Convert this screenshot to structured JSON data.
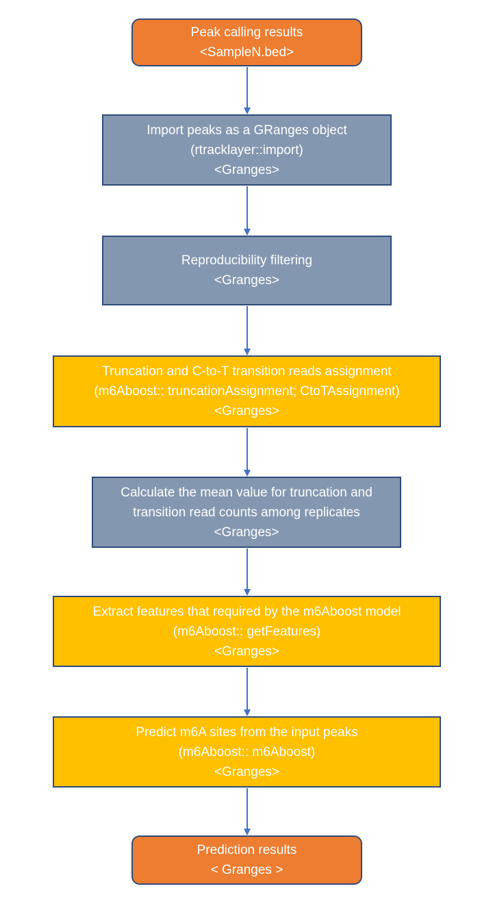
{
  "colors": {
    "terminal_fill": "#ed7d31",
    "process_fill": "#8497b0",
    "function_fill": "#ffc000",
    "border": "#2f4b7c",
    "arrow": "#4472c4",
    "text": "#ffffff"
  },
  "nodes": [
    {
      "id": "peak-calling-results",
      "shape": "rounded-rectangle",
      "lines": [
        "Peak calling results",
        "<SampleN.bed>"
      ]
    },
    {
      "id": "import-peaks",
      "shape": "rectangle",
      "lines": [
        "Import peaks as a GRanges object",
        "(rtracklayer::import)",
        "<Granges>"
      ]
    },
    {
      "id": "reproducibility-filtering",
      "shape": "rectangle",
      "lines": [
        "Reproducibility filtering",
        "<Granges>"
      ]
    },
    {
      "id": "truncation-assignment",
      "shape": "rectangle",
      "lines": [
        "Truncation and C-to-T transition reads assignment",
        "(m6Aboost:: truncationAssignment; CtoTAssignment)",
        "<Granges>"
      ]
    },
    {
      "id": "calculate-mean",
      "shape": "rectangle",
      "lines": [
        "Calculate the mean value for truncation and",
        "transition read counts among replicates",
        "<Granges>"
      ]
    },
    {
      "id": "extract-features",
      "shape": "rectangle",
      "lines": [
        "Extract features that required by the m6Aboost model",
        "(m6Aboost:: getFeatures)",
        "<Granges>"
      ]
    },
    {
      "id": "predict-m6a",
      "shape": "rectangle",
      "lines": [
        "Predict m6A sites from the input peaks",
        "(m6Aboost:: m6Aboost)",
        "<Granges>"
      ]
    },
    {
      "id": "prediction-results",
      "shape": "rounded-rectangle",
      "lines": [
        "Prediction results",
        "< Granges >"
      ]
    }
  ],
  "edges": [
    {
      "from": "peak-calling-results",
      "to": "import-peaks"
    },
    {
      "from": "import-peaks",
      "to": "reproducibility-filtering"
    },
    {
      "from": "reproducibility-filtering",
      "to": "truncation-assignment"
    },
    {
      "from": "truncation-assignment",
      "to": "calculate-mean"
    },
    {
      "from": "calculate-mean",
      "to": "extract-features"
    },
    {
      "from": "extract-features",
      "to": "predict-m6a"
    },
    {
      "from": "predict-m6a",
      "to": "prediction-results"
    }
  ]
}
